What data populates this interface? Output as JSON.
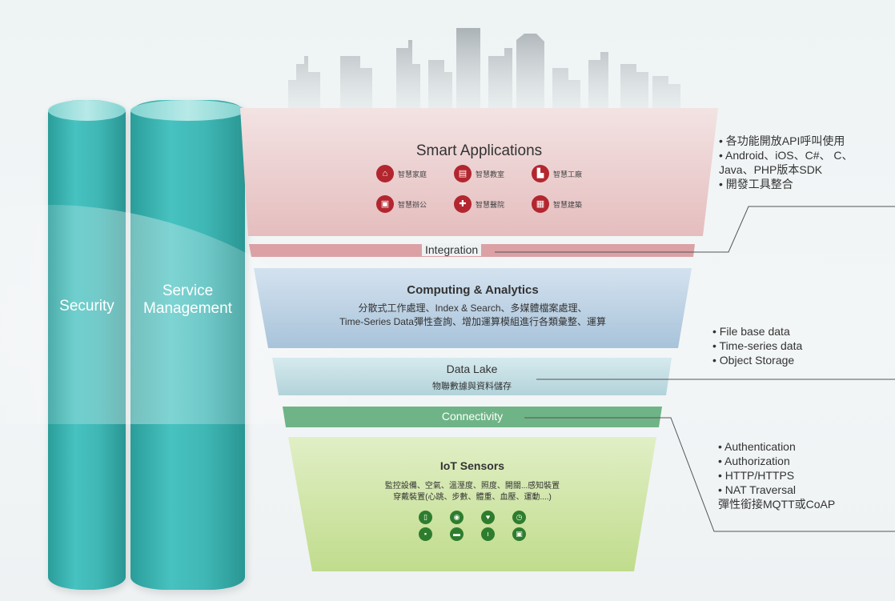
{
  "pillars": {
    "security_label": "Security",
    "service_label_line1": "Service",
    "service_label_line2": "Management"
  },
  "layers": {
    "smart_applications": {
      "title": "Smart Applications",
      "apps": [
        {
          "label": "智慧家庭",
          "icon": "home-icon"
        },
        {
          "label": "智慧教室",
          "icon": "school-icon"
        },
        {
          "label": "智慧工廠",
          "icon": "factory-icon"
        },
        {
          "label": "智慧辦公",
          "icon": "office-icon"
        },
        {
          "label": "智慧醫院",
          "icon": "hospital-icon"
        },
        {
          "label": "智慧建築",
          "icon": "building-icon"
        }
      ]
    },
    "integration": {
      "title": "Integration"
    },
    "computing": {
      "title": "Computing & Analytics",
      "line1": "分散式工作處理、Index & Search、多媒體檔案處理、",
      "line2": "Time-Series Data彈性查詢、增加運算模組進行各類彙整、運算"
    },
    "data_lake": {
      "title": "Data Lake",
      "subtitle": "物聯數據與資料儲存"
    },
    "connectivity": {
      "title": "Connectivity"
    },
    "iot_sensors": {
      "title": "IoT Sensors",
      "line1": "監控設備、空氣、溫溼度、照度、開關...感知裝置",
      "line2": "穿戴裝置(心跳、步數、體重、血壓、運動....)",
      "icons": [
        "phone-icon",
        "sensor-icon",
        "heart-icon",
        "watch-icon",
        "camera-icon",
        "device-icon",
        "thermometer-icon",
        "lock-icon"
      ]
    }
  },
  "notes": {
    "top": [
      "• 各功能開放API呼叫使用",
      "• Android、iOS、C#、 C、",
      "   Java、PHP版本SDK",
      "• 開發工具整合"
    ],
    "middle": [
      "• File base data",
      "• Time-series data",
      "• Object Storage"
    ],
    "bottom": [
      "• Authentication",
      "• Authorization",
      "• HTTP/HTTPS",
      "• NAT Traversal",
      "   彈性銜接MQTT或CoAP"
    ]
  },
  "colors": {
    "teal": "#3fb7b5",
    "app_layer": "#e9c9c9",
    "integration_bar": "#dba1a5",
    "computing_layer": "#b9cfe2",
    "data_lake_layer": "#bfdbe0",
    "connectivity_bar": "#6fb486",
    "iot_layer": "#cfe4a3",
    "app_icon": "#b3262f",
    "sensor_icon": "#2e7d2e"
  }
}
